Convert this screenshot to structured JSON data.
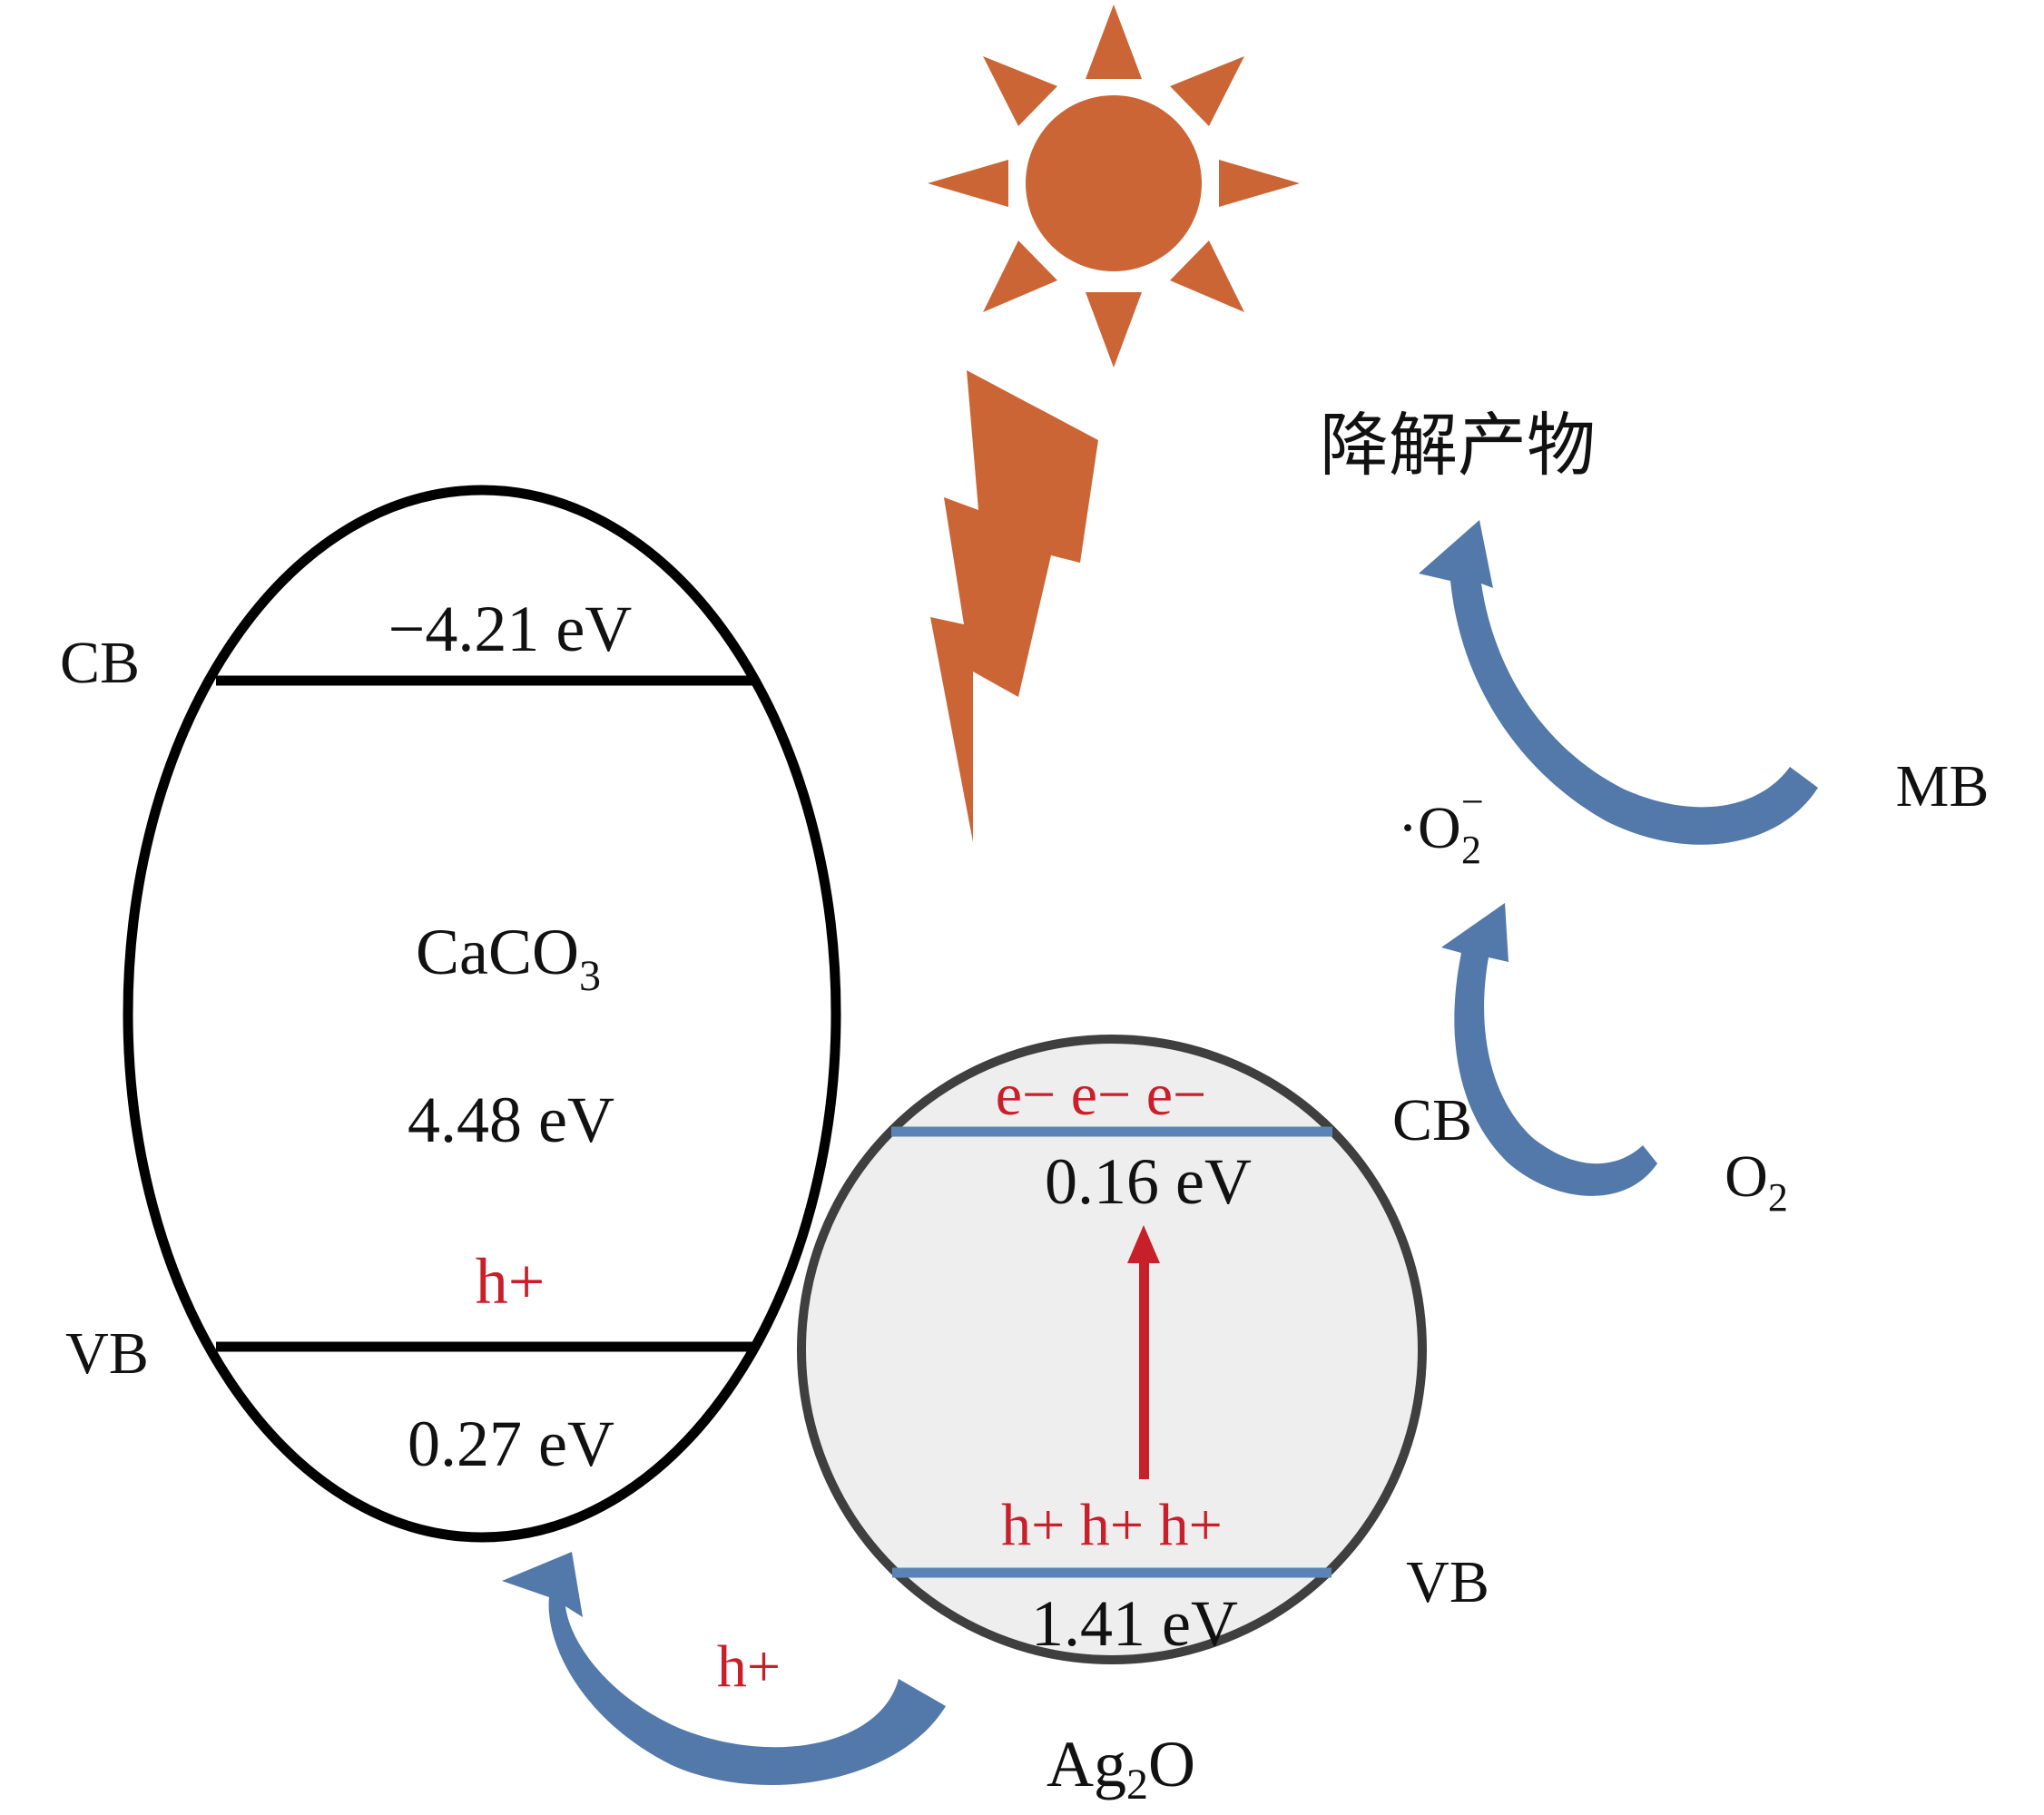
{
  "colors": {
    "sun": "#cc6535",
    "arrow_blue": "#5279a9",
    "band_blue": "#5b84b6",
    "hole_red": "#c8202a",
    "ag2o_fill": "#eeeeee",
    "ag2o_outline": "#3f3f3f",
    "caco3_outline": "#000000"
  },
  "icons": {
    "sun": "sun-icon",
    "lightning": "lightning-bolt-icon"
  },
  "caco3": {
    "cb_label": "CB",
    "vb_label": "VB",
    "cb_energy": "−4.21 eV",
    "name_base": "CaCO",
    "name_sub": "3",
    "band_gap": "4.48 eV",
    "hole": "h+",
    "vb_energy": "0.27 eV"
  },
  "ag2o": {
    "electrons": "e− e− e−",
    "cb_energy": "0.16 eV",
    "holes": "h+ h+ h+",
    "vb_energy": "1.41 eV",
    "cb_label": "CB",
    "vb_label": "VB",
    "name_base": "Ag",
    "name_sub": "2",
    "name_tail": "O"
  },
  "transfer": {
    "hole_label": "h+"
  },
  "reactions": {
    "o2_base": "O",
    "o2_sub": "2",
    "superoxide_dot": "·O",
    "superoxide_sub": "2",
    "superoxide_sup": "−",
    "mb": "MB",
    "products": "降解产物"
  }
}
